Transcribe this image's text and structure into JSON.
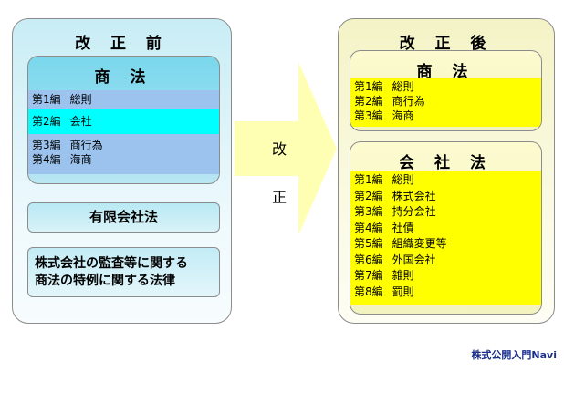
{
  "before": {
    "title": "改 正 前",
    "shoho": {
      "title": "商 法",
      "rows": [
        {
          "num": "第1編",
          "name": "総則"
        },
        {
          "num": "第2編",
          "name": "会社"
        },
        {
          "num": "第3編",
          "name": "商行為"
        },
        {
          "num": "第4編",
          "name": "海商"
        }
      ]
    },
    "yugen": "有限会社法",
    "tokurei": [
      "株式会社の監査等に関する",
      "商法の特例に関する法律"
    ]
  },
  "arrow": {
    "char1": "改",
    "char2": "正"
  },
  "after": {
    "title": "改 正 後",
    "shoho": {
      "title": "商 法",
      "rows": [
        {
          "num": "第1編",
          "name": "総則"
        },
        {
          "num": "第2編",
          "name": "商行為"
        },
        {
          "num": "第3編",
          "name": "海商"
        }
      ]
    },
    "kaisha": {
      "title": "会 社 法",
      "rows": [
        {
          "num": "第1編",
          "name": "総則"
        },
        {
          "num": "第2編",
          "name": "株式会社"
        },
        {
          "num": "第3編",
          "name": "持分会社"
        },
        {
          "num": "第4編",
          "name": "社債"
        },
        {
          "num": "第5編",
          "name": "組織変更等"
        },
        {
          "num": "第6編",
          "name": "外国会社"
        },
        {
          "num": "第7編",
          "name": "雑則"
        },
        {
          "num": "第8編",
          "name": "罰則"
        }
      ]
    }
  },
  "credit": "株式公開入門Navi",
  "colors": {
    "row_blue": "#9cc3ee",
    "row_cyan": "#00ffff",
    "row_yellow": "#ffff00",
    "arrow": "#ffffb3"
  }
}
